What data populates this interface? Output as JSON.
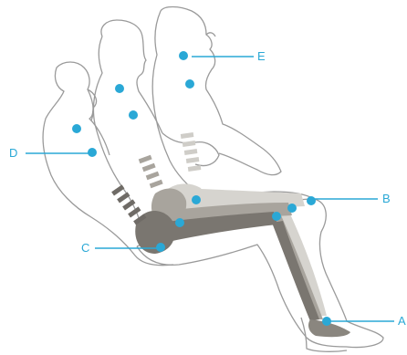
{
  "figure": {
    "accent_color": "#2aa8d6",
    "outline_color": "#8a8a8a",
    "bone_dark": "#7a7670",
    "bone_mid": "#a8a49d",
    "bone_light": "#d6d4cf",
    "callouts": [
      {
        "id": "A",
        "label": "A"
      },
      {
        "id": "B",
        "label": "B"
      },
      {
        "id": "C",
        "label": "C"
      },
      {
        "id": "D",
        "label": "D"
      },
      {
        "id": "E",
        "label": "E"
      }
    ],
    "points": [
      "torso-upper-rear",
      "torso-mid-rear",
      "torso-upper-mid",
      "torso-mid-mid",
      "torso-upper-front",
      "torso-mid-front",
      "hip-front",
      "hip-mid",
      "thigh-mid",
      "knee-rear",
      "knee-front",
      "pelvis",
      "ankle"
    ]
  }
}
